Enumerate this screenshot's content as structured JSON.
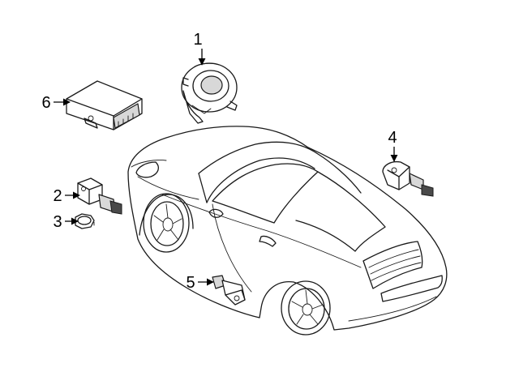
{
  "callouts": [
    {
      "id": "1",
      "label": "1"
    },
    {
      "id": "2",
      "label": "2"
    },
    {
      "id": "3",
      "label": "3"
    },
    {
      "id": "4",
      "label": "4"
    },
    {
      "id": "5",
      "label": "5"
    },
    {
      "id": "6",
      "label": "6"
    }
  ],
  "colors": {
    "line": "#1a1a1a",
    "background": "#ffffff",
    "part_shade": "#d8d8d8"
  }
}
